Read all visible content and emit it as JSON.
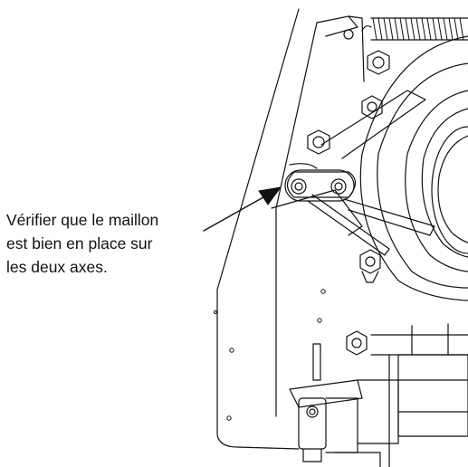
{
  "callout": {
    "lines": [
      "Vérifier que le maillon",
      "est bien en place sur",
      "les deux axes."
    ]
  },
  "colors": {
    "line": "#111111",
    "background": "#ffffff"
  }
}
